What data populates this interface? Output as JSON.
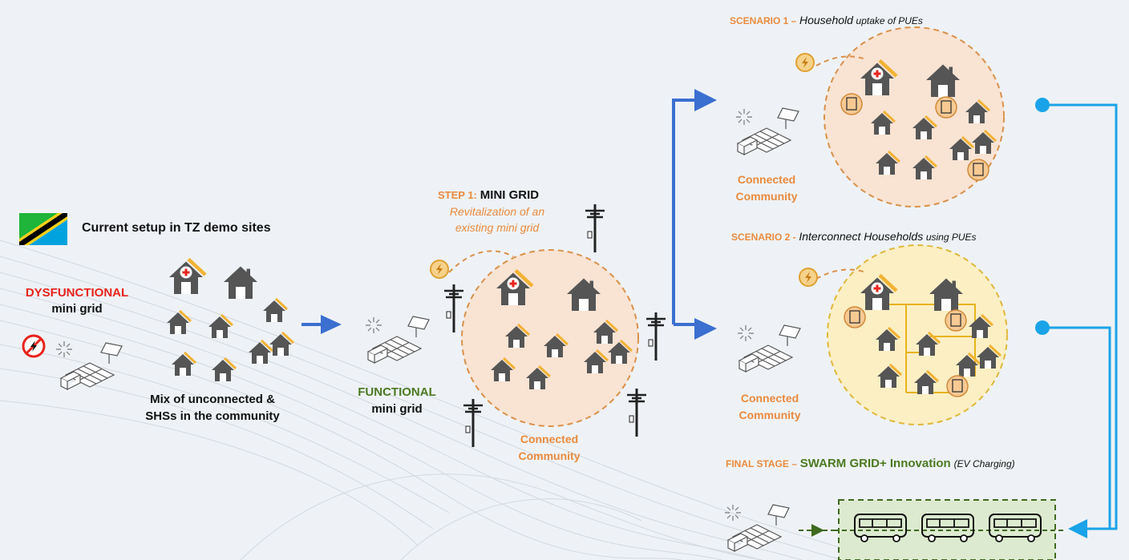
{
  "colors": {
    "accent_orange": "#e98a3e",
    "dysfunctional_red": "#e8231c",
    "functional_green": "#4c7a22",
    "arrow_blue": "#3b6fd0",
    "connector_blue": "#1aa3e8",
    "house_gray": "#555555",
    "community_fill": "#f9e3d3",
    "scenario2_fill": "#fcefc4",
    "ev_box_fill": "#dcebcf"
  },
  "left": {
    "legend": "Current setup in TZ demo sites",
    "status_word": "DYSFUNCTIONAL",
    "status_rest": "mini grid",
    "caption_line1": "Mix of unconnected &",
    "caption_line2": "SHSs in the community"
  },
  "step1": {
    "label_prefix": "STEP 1:",
    "label_main": "MINI GRID",
    "subtitle_line1": "Revitalization of an",
    "subtitle_line2": "existing mini grid",
    "status_word": "FUNCTIONAL",
    "status_rest": "mini grid",
    "community_line1": "Connected",
    "community_line2": "Community"
  },
  "scenario1": {
    "label_prefix": "SCENARIO 1 –",
    "label_desc_a": "Household",
    "label_desc_b": "uptake of PUEs",
    "community_line1": "Connected",
    "community_line2": "Community"
  },
  "scenario2": {
    "label_prefix": "SCENARIO 2 -",
    "label_desc_a": "Interconnect Households",
    "label_desc_b": "using PUEs",
    "community_line1": "Connected",
    "community_line2": "Community"
  },
  "final": {
    "label_prefix": "FINAL STAGE –",
    "label_main": "SWARM GRID+ Innovation",
    "label_note": "(EV Charging)"
  },
  "icons": [
    "tanzania-flag",
    "solar-panel-icon",
    "battery-icon",
    "house-icon",
    "clinic-house-icon",
    "lightning-icon",
    "no-power-icon",
    "power-pole-icon",
    "fridge-icon",
    "ev-icon",
    "sewing-machine-icon",
    "bus-icon"
  ]
}
